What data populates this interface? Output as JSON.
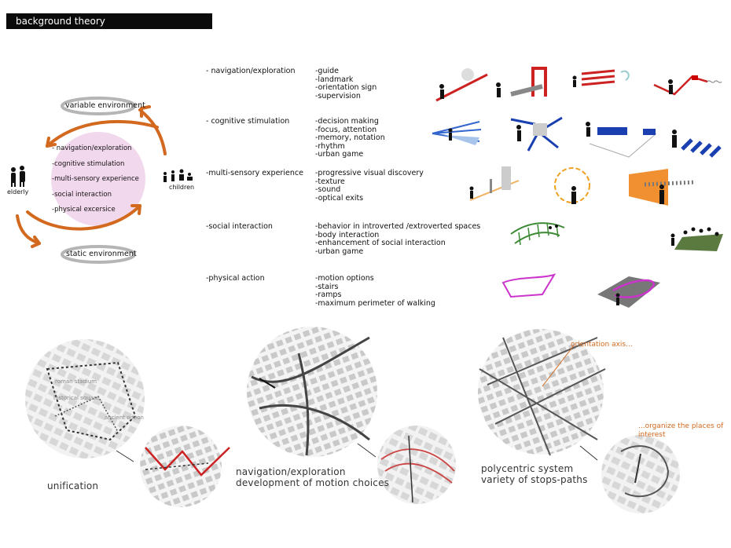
{
  "header": {
    "title": "background theory"
  },
  "cycle": {
    "top_label": "variable environment",
    "bottom_label": "static environment",
    "left_label": "elderly",
    "right_label": "children",
    "items": [
      "- navigation/exploration",
      "-cognitive stimulation",
      "-multi-sensory experience",
      "-social interaction",
      "-physical excersice"
    ]
  },
  "categories": [
    {
      "label": "- navigation/exploration",
      "items": [
        "-guide",
        "-landmark",
        "-orientation sign",
        "-supervision"
      ]
    },
    {
      "label": "- cognitive stimulation",
      "items": [
        "-decision making",
        "-focus, attention",
        "-memory, notation",
        "-rhythm",
        "-urban game"
      ]
    },
    {
      "label": "-multi-sensory experience",
      "items": [
        "-progressive visual discovery",
        "-texture",
        "-sound",
        "-optical exits"
      ]
    },
    {
      "label": "-social interaction",
      "items": [
        "-behavior in introverted /extroverted spaces",
        "-body interaction",
        "-enhancement of social interaction",
        "-urban game"
      ]
    },
    {
      "label": "-physical action",
      "items": [
        "-motion options",
        "-stairs",
        "-ramps",
        "-maximum perimeter of walking"
      ]
    }
  ],
  "maps": {
    "map1_labels": [
      "roman stadium",
      "historical square",
      "ancient odeon"
    ],
    "caption1": "unification",
    "caption2_line1": "navigation/exploration",
    "caption2_line2": "development of motion choices",
    "caption3_line1": "polycentric system",
    "caption3_line2": "variety of stops-paths",
    "note1": "orientation axis...",
    "note2_line1": "...organize the places of",
    "note2_line2": "interest"
  },
  "colors": {
    "orange": "#d2691e",
    "pink": "#f0d6ea",
    "accent_red": "#cc2222",
    "blue": "#1a3fb0",
    "green": "#3d8a35",
    "magenta": "#cc33cc"
  }
}
